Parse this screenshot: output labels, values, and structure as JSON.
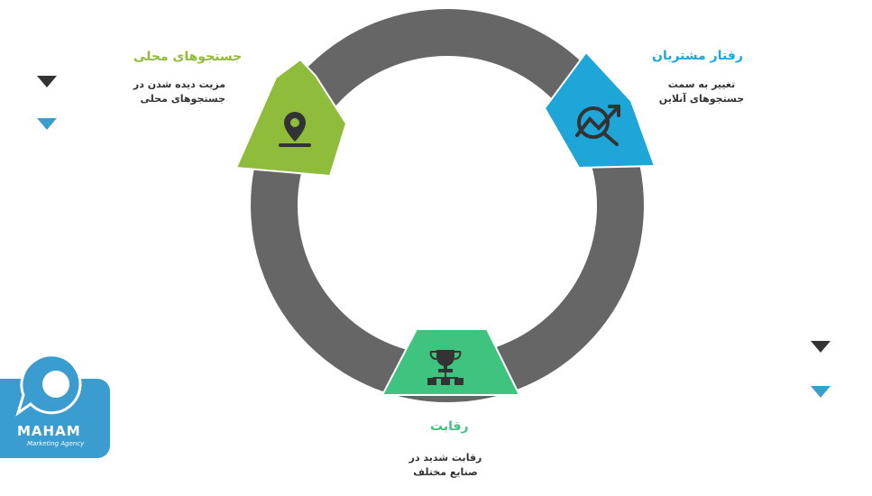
{
  "steps": {
    "local": {
      "title": "جستجوهای محلی",
      "desc": "مزیت دیده شدن در جستجوهای محلی",
      "color": "#8fbc3b",
      "icon": "location-pin-icon"
    },
    "behavior": {
      "title": "رفتار مشتریان",
      "desc": "تغییر به سمت جستجوهای آنلاین",
      "color": "#1ea6d9",
      "icon": "trend-analysis-icon"
    },
    "competition": {
      "title": "رقابت",
      "desc": "رقابت شدید در صنایع مختلف",
      "color": "#3ec47f",
      "icon": "trophy-network-icon"
    }
  },
  "ring_color": "#666666",
  "logo": {
    "name": "MAHAM",
    "tagline": "Marketing Agency",
    "color": "#3b9cd0"
  },
  "markers": {
    "dark": "#333333",
    "accent": "#3b9cd0"
  }
}
